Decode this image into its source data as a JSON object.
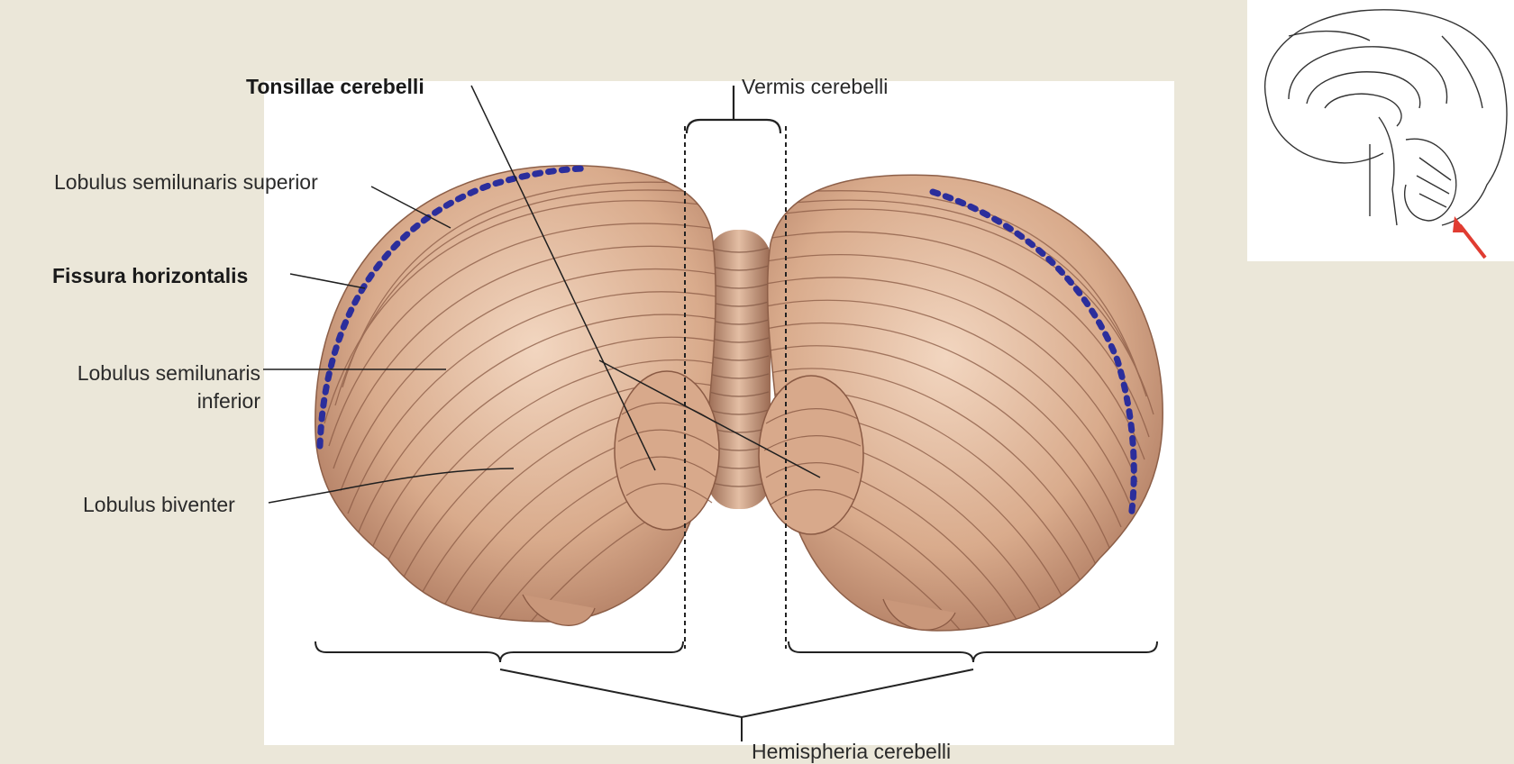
{
  "labels": {
    "tonsillae": "Tonsillae cerebelli",
    "vermis": "Vermis cerebelli",
    "semilunaris_superior": "Lobulus semilunaris superior",
    "fissura_horizontalis": "Fissura horizontalis",
    "semilunaris_inferior_line1": "Lobulus semilunaris",
    "semilunaris_inferior_line2": "inferior",
    "biventer": "Lobulus biventer",
    "hemispheria": "Hemispheria cerebelli"
  },
  "colors": {
    "background": "#ebe7d9",
    "panel": "#ffffff",
    "tissue": "#d9ab8c",
    "tissue_dark": "#b07a5a",
    "fissure_marker": "#2b2e9c",
    "arrow": "#e03c31"
  },
  "icons": {
    "locator": "brain-sagittal-locator-icon",
    "arrow": "red-arrow-icon"
  }
}
